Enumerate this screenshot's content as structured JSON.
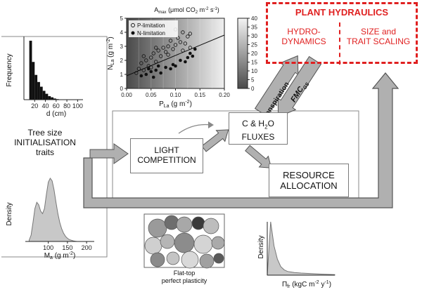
{
  "hydraulics": {
    "title": "PLANT HYDRAULICS",
    "left_line1": "HYDRO-",
    "left_line2": "DYNAMICS",
    "right_line1": "SIZE  and",
    "right_line2": "TRAIT SCALING"
  },
  "init": {
    "line1": "Tree size",
    "line2": "INITIALISATION",
    "line3": "traits"
  },
  "processes": {
    "light_line1": "LIGHT",
    "light_line2": "COMPETITION",
    "fluxes_line1": "C & H",
    "fluxes_sub": "2",
    "fluxes_line1b": "O",
    "fluxes_line2": "FLUXES",
    "resource_line1": "RESOURCE",
    "resource_line2": "ALLOCATION"
  },
  "arrows": {
    "transpiration": "Transpiration",
    "fmc_main": "FMC",
    "fmc_sub": "GS"
  },
  "plasticity": {
    "line1": "Flat-top",
    "line2": "perfect plasticity"
  },
  "chart_data": [
    {
      "type": "bar",
      "categories": [
        "10-15",
        "15-20",
        "20-25",
        "25-30",
        "30-35",
        "35-40",
        "40-45",
        "45-50",
        "50-55",
        "55-60",
        "60-65"
      ],
      "values": [
        100,
        64,
        42,
        30,
        22,
        15,
        10,
        6,
        4,
        2,
        1
      ],
      "xlabel": "d (cm)",
      "ylabel": "Frequency",
      "xticks": [
        "20",
        "40",
        "60",
        "80",
        "100"
      ],
      "xlim": [
        0,
        110
      ]
    },
    {
      "type": "area",
      "x": [
        50,
        55,
        60,
        65,
        70,
        75,
        80,
        85,
        90,
        95,
        100,
        105,
        110,
        115,
        120,
        125,
        130,
        135,
        140,
        145,
        150,
        155,
        160,
        165,
        170,
        175
      ],
      "y": [
        0.02,
        0.1,
        0.3,
        0.52,
        0.62,
        0.58,
        0.48,
        0.44,
        0.52,
        0.74,
        0.94,
        1.0,
        0.96,
        0.82,
        0.62,
        0.44,
        0.3,
        0.2,
        0.13,
        0.08,
        0.05,
        0.03,
        0.02,
        0.01,
        0.005,
        0.0
      ],
      "xlabel": "M",
      "xlabel_sub": "a",
      "xlabel_unit": "(g m",
      "xlabel_unit_sup": "-2",
      "xlabel_unit_end": ")",
      "ylabel": "Density",
      "xticks": [
        "100",
        "150",
        "200"
      ],
      "xlim": [
        40,
        220
      ]
    },
    {
      "type": "scatter",
      "title_main": "A",
      "title_sub": "max",
      "title_unit": "(μmol CO",
      "title_unit_sub": "2",
      "title_unit_mid": " m",
      "title_unit_sup": "-2",
      "title_unit_mid2": " s",
      "title_unit_sup2": "-1",
      "title_unit_end": ")",
      "xlabel": "P",
      "xlabel_sub": "La",
      "xlabel_unit": "(g m",
      "xlabel_unit_sup": "-2",
      "xlabel_unit_end": ")",
      "ylabel": "N",
      "ylabel_sub": "La",
      "ylabel_unit": "(g m",
      "ylabel_unit_sup": "-2",
      "ylabel_unit_end": ")",
      "xlim": [
        0,
        0.2
      ],
      "ylim": [
        0,
        5
      ],
      "xticks": [
        "0.00",
        "0.05",
        "0.10",
        "0.15",
        "0.20"
      ],
      "yticks": [
        "0",
        "1",
        "2",
        "3",
        "4",
        "5"
      ],
      "colorbar_ticks": [
        "0",
        "5",
        "10",
        "15",
        "20",
        "25",
        "30",
        "35",
        "40"
      ],
      "line": {
        "x1": 0.0,
        "y1": 0.9,
        "x2": 0.2,
        "y2": 3.8
      },
      "series": [
        {
          "name": "P-limitation",
          "marker": "open",
          "points": [
            [
              0.02,
              1.1
            ],
            [
              0.025,
              1.4
            ],
            [
              0.03,
              1.8
            ],
            [
              0.035,
              1.3
            ],
            [
              0.04,
              2.0
            ],
            [
              0.045,
              1.6
            ],
            [
              0.05,
              2.2
            ],
            [
              0.055,
              2.5
            ],
            [
              0.06,
              1.9
            ],
            [
              0.065,
              2.7
            ],
            [
              0.07,
              2.3
            ],
            [
              0.075,
              2.9
            ],
            [
              0.08,
              2.6
            ],
            [
              0.085,
              3.0
            ],
            [
              0.09,
              3.4
            ],
            [
              0.095,
              2.8
            ],
            [
              0.1,
              3.1
            ],
            [
              0.105,
              3.6
            ],
            [
              0.11,
              3.3
            ],
            [
              0.115,
              4.0
            ],
            [
              0.12,
              3.2
            ],
            [
              0.125,
              3.7
            ],
            [
              0.13,
              2.9
            ],
            [
              0.035,
              2.3
            ],
            [
              0.05,
              1.5
            ],
            [
              0.06,
              2.9
            ],
            [
              0.085,
              2.4
            ],
            [
              0.1,
              4.2
            ],
            [
              0.115,
              2.7
            ],
            [
              0.13,
              3.9
            ]
          ]
        },
        {
          "name": "N-limitation",
          "marker": "filled",
          "points": [
            [
              0.03,
              0.9
            ],
            [
              0.04,
              1.0
            ],
            [
              0.05,
              1.2
            ],
            [
              0.055,
              0.8
            ],
            [
              0.06,
              1.3
            ],
            [
              0.07,
              1.1
            ],
            [
              0.08,
              1.5
            ],
            [
              0.09,
              1.4
            ],
            [
              0.095,
              1.7
            ],
            [
              0.1,
              1.6
            ],
            [
              0.11,
              2.0
            ],
            [
              0.12,
              1.9
            ],
            [
              0.125,
              2.2
            ],
            [
              0.13,
              2.5
            ],
            [
              0.135,
              2.3
            ],
            [
              0.14,
              2.8
            ],
            [
              0.045,
              1.4
            ],
            [
              0.065,
              1.6
            ]
          ]
        }
      ]
    },
    {
      "type": "area",
      "x": [
        0,
        1,
        2,
        3,
        4,
        5,
        6,
        8,
        10,
        13,
        16,
        20
      ],
      "y": [
        0.0,
        1.0,
        0.55,
        0.3,
        0.16,
        0.1,
        0.07,
        0.05,
        0.04,
        0.03,
        0.02,
        0.01
      ],
      "ylabel": "Density",
      "xlabel": "Π",
      "xlabel_sub": "fr",
      "xlabel_unit": "(kgC m",
      "xlabel_unit_sup": "-2",
      "xlabel_unit_mid": " y",
      "xlabel_unit_sup2": "-1",
      "xlabel_unit_end": ")"
    }
  ],
  "colors": {
    "hydraulics": "#e02020",
    "arrow_fill": "#b0b0b0",
    "arrow_stroke": "#555555"
  }
}
